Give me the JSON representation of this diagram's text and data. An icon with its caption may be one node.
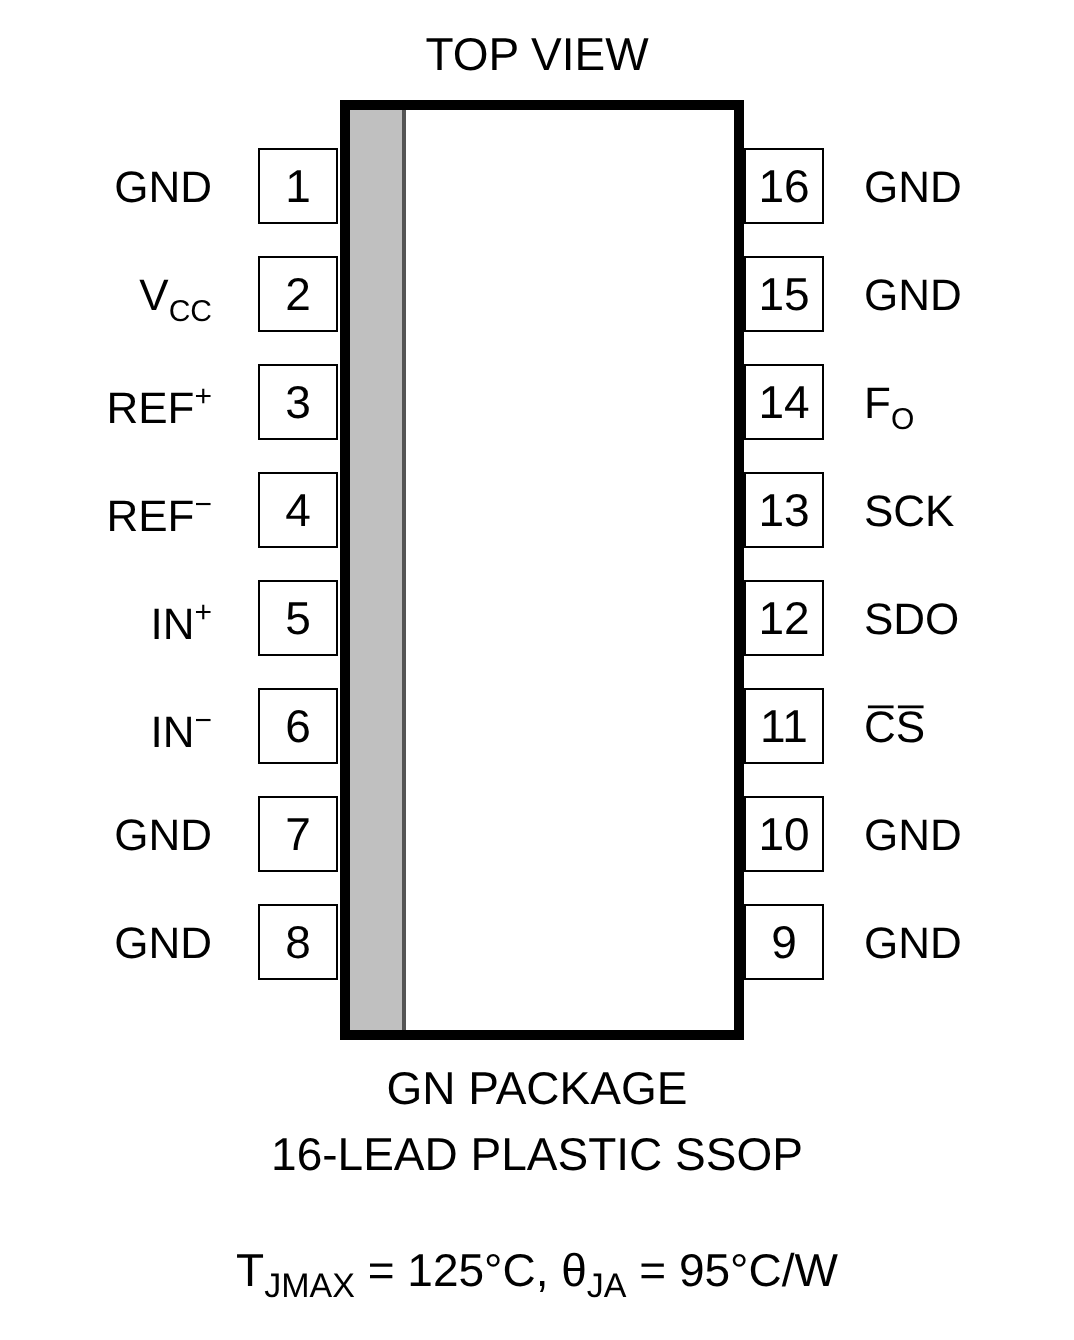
{
  "diagram": {
    "title": "TOP VIEW",
    "nodes": [
      {
        "text": [],
        "shape": "box"
      },
      {
        "text": [
          "1"
        ],
        "beside": [
          "GND"
        ]
      },
      {
        "text": [
          "2"
        ],
        "beside": [
          "V$_{CC}$"
        ]
      },
      {
        "text": [
          "3"
        ],
        "beside": [
          "REF$^{+}$"
        ]
      },
      {
        "text": [
          "4"
        ],
        "beside": [
          "REF$^{−}$"
        ]
      },
      {
        "text": [
          "5"
        ],
        "beside": [
          "IN$^{+}$"
        ]
      },
      {
        "text": [
          "6"
        ],
        "beside": [
          "IN$^{−}$"
        ]
      },
      {
        "text": [
          "7"
        ],
        "beside": [
          "GND"
        ]
      },
      {
        "text": [
          "8"
        ],
        "beside": [
          "GND"
        ]
      },
      {
        "text": [
          "9"
        ],
        "beside": [
          "GND"
        ]
      },
      {
        "text": [
          "10"
        ],
        "beside": [
          "GND"
        ]
      },
      {
        "text": [
          "11"
        ],
        "beside": [
          "C̅S̅"
        ]
      },
      {
        "text": [
          "12"
        ],
        "beside": [
          "SDO"
        ]
      },
      {
        "text": [
          "13"
        ],
        "beside": [
          "SCK"
        ]
      },
      {
        "text": [
          "14"
        ],
        "beside": [
          "F$_{O}$"
        ]
      },
      {
        "text": [
          "15"
        ],
        "beside": [
          "GND"
        ]
      },
      {
        "text": [
          "16"
        ],
        "beside": [
          "GND"
        ]
      }
    ],
    "edges": [],
    "labels": [
      "GN PACKAGE",
      "16-LEAD PLASTIC SSOP",
      "T$_{JMAX}$ = 125°C, θ$_{JA}$ = 95°C/W"
    ]
  }
}
